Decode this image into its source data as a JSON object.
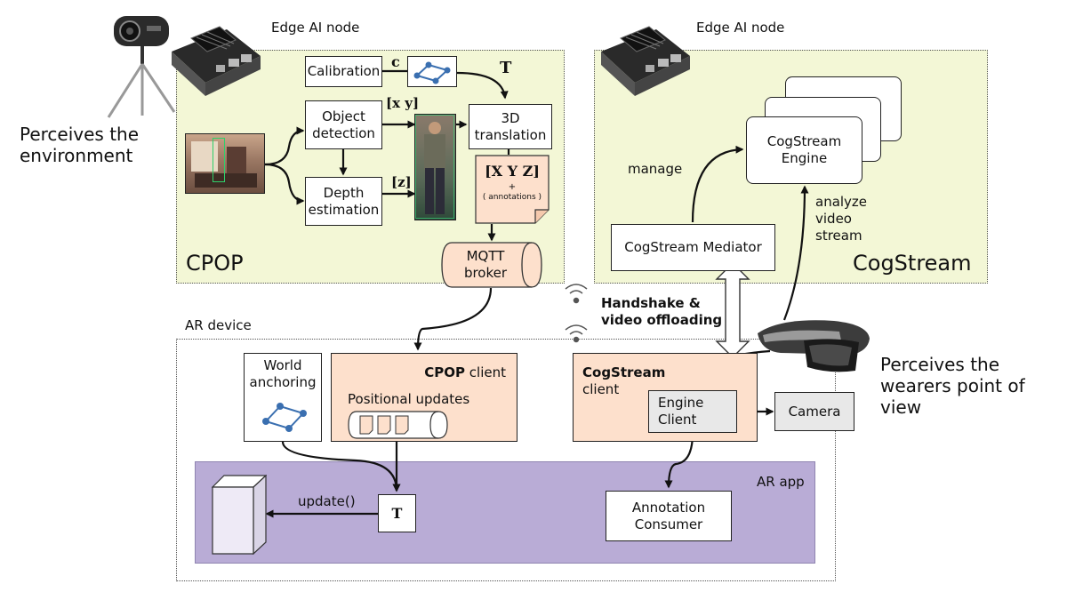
{
  "colors": {
    "edge_bg": "#f3f7d6",
    "peach": "#fde0cc",
    "ar_app_bg": "#b9acd6",
    "gray_box": "#e8e8e8",
    "calib_blue": "#3a6fb0"
  },
  "labels": {
    "edge_node_left": "Edge AI node",
    "edge_node_right": "Edge AI node",
    "perceives_env": "Perceives the\nenvironment",
    "perceives_wearer": "Perceives the\nwearers point of\nview",
    "cpop_title": "CPOP",
    "cogstream_title": "CogStream",
    "ar_device": "AR device",
    "handshake": "Handshake &\nvideo offloading",
    "manage": "manage",
    "analyze": "analyze\nvideo\nstream",
    "update": "update()",
    "ar_app": "AR app"
  },
  "math": {
    "c": "c",
    "T": "T",
    "xy": "[x y]",
    "z": "[z]",
    "XYZ": "[X Y Z]",
    "plus": "+",
    "annotations": "( annotations )",
    "T_box": "T"
  },
  "boxes": {
    "calibration": "Calibration",
    "object_detection": "Object\ndetection",
    "depth_estimation": "Depth\nestimation",
    "translation_3d": "3D\ntranslation",
    "mqtt": "MQTT\nbroker",
    "cogstream_engine": "CogStream\nEngine",
    "cogstream_mediator": "CogStream Mediator",
    "world_anchoring": "World\nanchoring",
    "cpop_client_bold": "CPOP",
    "cpop_client_rest": " client",
    "positional_updates": "Positional updates",
    "cogstream_client_bold": "CogStream",
    "cogstream_client_rest": "client",
    "engine_client": "Engine\nClient",
    "camera": "Camera",
    "annotation_consumer": "Annotation\nConsumer"
  }
}
